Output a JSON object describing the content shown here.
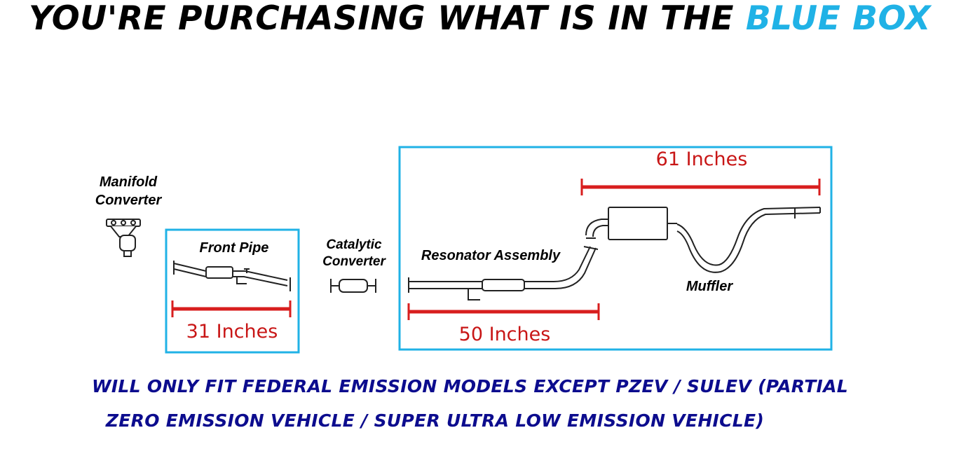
{
  "headline": {
    "prefix": "YOU'RE PURCHASING WHAT IS IN THE",
    "highlight": "BLUE BOX"
  },
  "colors": {
    "box_border": "#20b2e6",
    "measure_red": "#d81e1e",
    "notice_navy": "#0c0c8e",
    "highlight_blue": "#20b2e6"
  },
  "parts": {
    "manifold_converter": [
      "Manifold",
      "Converter"
    ],
    "front_pipe": "Front Pipe",
    "catalytic_converter": [
      "Catalytic",
      "Converter"
    ],
    "resonator_assembly": "Resonator Assembly",
    "muffler": "Muffler"
  },
  "measurements": {
    "front_pipe": "31 Inches",
    "resonator": "50 Inches",
    "muffler_section": "61 Inches"
  },
  "notice": {
    "line1": "WILL ONLY FIT FEDERAL EMISSION MODELS EXCEPT PZEV / SULEV (PARTIAL",
    "line2": "ZERO EMISSION VEHICLE / SUPER ULTRA LOW EMISSION VEHICLE)"
  }
}
